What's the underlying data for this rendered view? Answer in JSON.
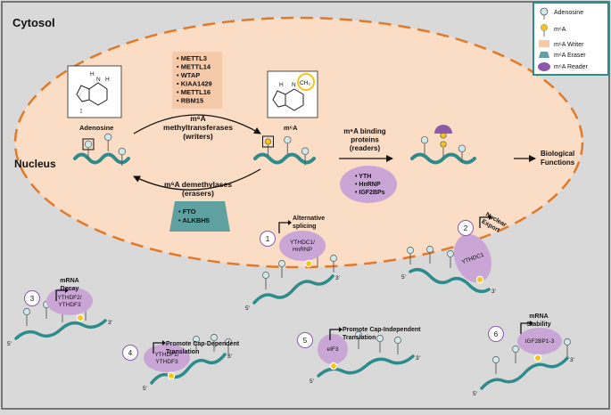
{
  "labels": {
    "cytosol": "Cytosol",
    "nucleus": "Nucleus",
    "adenosine": "Adenosine",
    "m6a": "m⁶A",
    "biological_functions": [
      "Biological",
      "Functions"
    ],
    "writers_caption": [
      "m⁶A",
      "methyltransferases",
      "(writers)"
    ],
    "erasers_caption": [
      "m⁶A demethylases",
      "(erasers)"
    ],
    "readers_caption": [
      "m⁶A binding",
      "proteins",
      "(readers)"
    ],
    "amine_h": "H",
    "amine_n": "N",
    "methyl": "CH₃"
  },
  "legend": {
    "items": [
      {
        "label": "Adenosine",
        "color": "#cfe8ea"
      },
      {
        "label": "m⁶A",
        "color": "#f5c518"
      },
      {
        "label": "m⁶A Writer",
        "color": "#f6c9a8"
      },
      {
        "label": "m⁶A Eraser",
        "color": "#5fa0a0"
      },
      {
        "label": "m⁶A Reader",
        "color": "#8b5aa8"
      }
    ]
  },
  "writers": [
    "• METTL3",
    "• METTL14",
    "• WTAP",
    "• KIAA1429",
    "• METTL16",
    "• RBM15"
  ],
  "erasers": [
    "• FTO",
    "• ALKBH5"
  ],
  "readers": [
    "• YTH",
    "• HnRNP",
    "• IGF2BPs"
  ],
  "functions": [
    {
      "num": "1",
      "title": [
        "Alternative",
        "splicing"
      ],
      "reader": [
        "YTHDC1/",
        "HnRNP"
      ]
    },
    {
      "num": "2",
      "title": [
        "Nuclear",
        "Export"
      ],
      "reader": [
        "YTHDC1"
      ]
    },
    {
      "num": "3",
      "title": [
        "mRNA",
        "Decay"
      ],
      "reader": [
        "YTHDF2/",
        "YTHDF3"
      ]
    },
    {
      "num": "4",
      "title": [
        "Promote Cap-Dependent",
        "Translation"
      ],
      "reader": [
        "YTHDF1/",
        "YTHDF3"
      ]
    },
    {
      "num": "5",
      "title": [
        "Promote Cap-Independent",
        "Translation"
      ],
      "reader": [
        "eIF3"
      ]
    },
    {
      "num": "6",
      "title": [
        "mRNA",
        "Stability"
      ],
      "reader": [
        "IGF2BP1-3"
      ]
    }
  ],
  "ends": {
    "five": "5'",
    "three": "3'"
  },
  "colors": {
    "background": "#d9d9d9",
    "nucleus_fill": "#fbdcc4",
    "nucleus_border": "#e07a2a",
    "rna": "#2e8b8b",
    "adenosine": "#cfe8ea",
    "m6a": "#f5c518",
    "writer": "#f6c9a8",
    "eraser": "#5fa0a0",
    "reader": "#c9a6d6",
    "reader_dark": "#8b5aa8",
    "legend_border": "#2e8b8b"
  }
}
